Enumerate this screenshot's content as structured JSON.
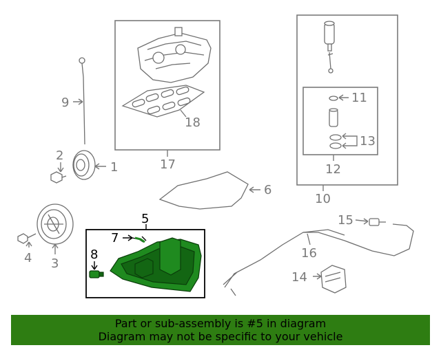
{
  "callouts": {
    "c1": "1",
    "c2": "2",
    "c3": "3",
    "c4": "4",
    "c5": "5",
    "c6": "6",
    "c7": "7",
    "c8": "8",
    "c9": "9",
    "c10": "10",
    "c11": "11",
    "c12": "12",
    "c13": "13",
    "c14": "14",
    "c15": "15",
    "c16": "16",
    "c17": "17",
    "c18": "18"
  },
  "highlight_color": "#1f8a1f",
  "banner": {
    "line1": "Part or sub-assembly is #5 in diagram",
    "line2": "Diagram may not be specific to your vehicle",
    "background": "#2e7d12"
  }
}
